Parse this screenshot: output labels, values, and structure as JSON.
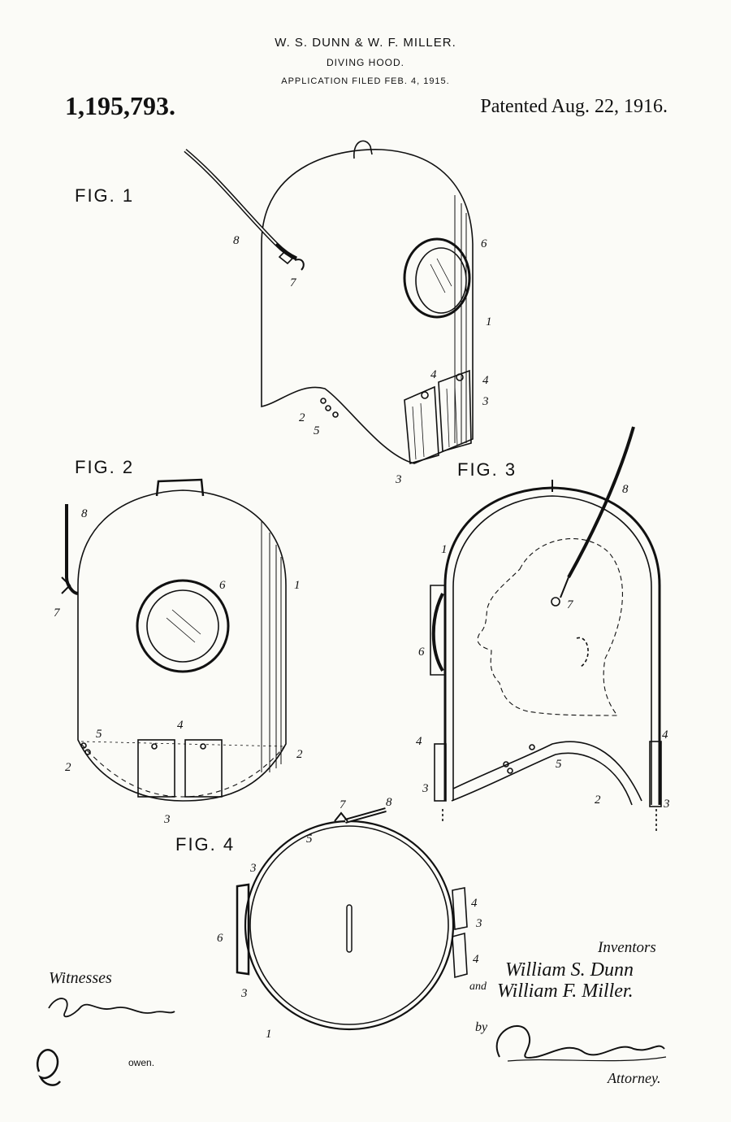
{
  "header": {
    "inventors": "W. S. DUNN & W. F. MILLER.",
    "title": "DIVING HOOD.",
    "filed": "APPLICATION FILED FEB. 4, 1915.",
    "patent_number": "1,195,793.",
    "patent_date": "Patented Aug. 22, 1916."
  },
  "figures": {
    "fig1": "FIG. 1",
    "fig2": "FIG. 2",
    "fig3": "FIG. 3",
    "fig4": "FIG. 4"
  },
  "signatures": {
    "witnesses_label": "Witnesses",
    "inventors_label": "Inventors",
    "inventor_1": "William S. Dunn",
    "and_label": "and",
    "inventor_2": "William F. Miller.",
    "by_label": "by",
    "attorney_label": "Attorney.",
    "handwritten_mark": "owen."
  },
  "reference_numerals": [
    "1",
    "2",
    "3",
    "4",
    "5",
    "6",
    "7",
    "8"
  ],
  "colors": {
    "paper": "#fbfbf7",
    "ink": "#111111"
  }
}
